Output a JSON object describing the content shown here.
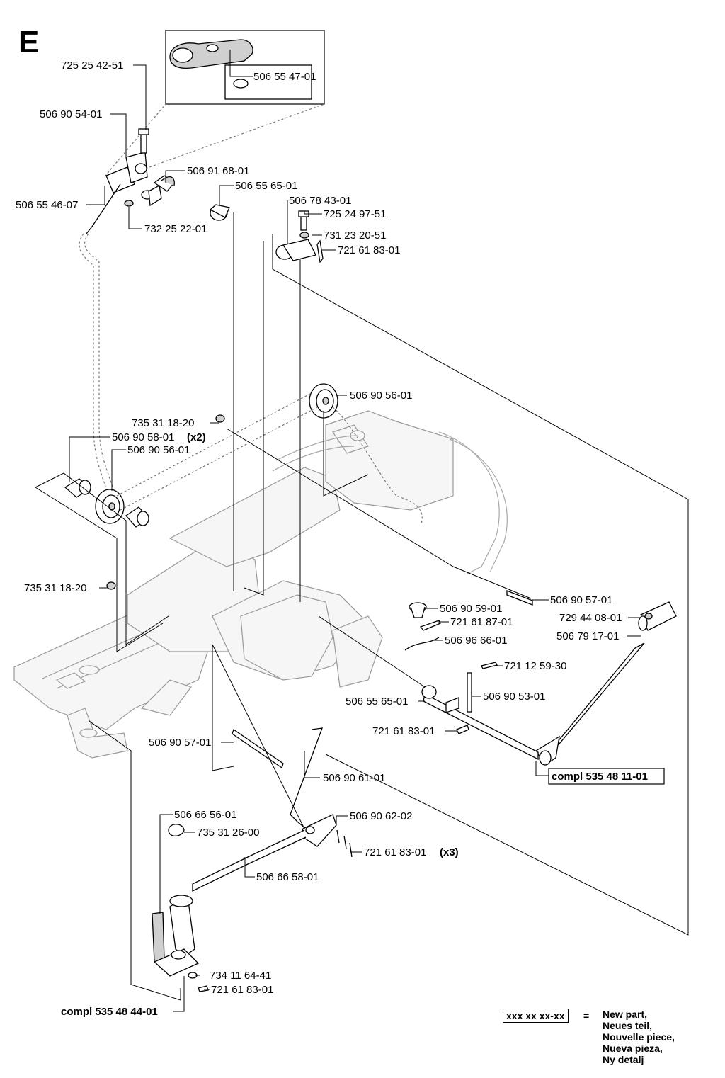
{
  "section_letter": "E",
  "labels": {
    "l_725254251": "725 25 42-51",
    "l_506905401": "506 90 54-01",
    "l_506554607": "506 55 46-07",
    "l_506554701": "506 55 47-01",
    "l_506916801": "506 91 68-01",
    "l_506556501a": "506 55 65-01",
    "l_732252201": "732 25 22-01",
    "l_506784301": "506 78 43-01",
    "l_725249751": "725 24 97-51",
    "l_731232051": "731 23 20-51",
    "l_721618301a": "721 61 83-01",
    "l_506905601a": "506 90 56-01",
    "l_735311820a": "735 31 18-20",
    "l_506905801": "506 90 58-01",
    "l_x2": "(x2)",
    "l_506905601b": "506 90 56-01",
    "l_735311820b": "735 31 18-20",
    "l_506905701a": "506 90 57-01",
    "l_506905901": "506 90 59-01",
    "l_729440801": "729 44 08-01",
    "l_721618701": "721 61 87-01",
    "l_506791701": "506 79 17-01",
    "l_506966601": "506 96 66-01",
    "l_721125930": "721 12 59-30",
    "l_506556501b": "506 55 65-01",
    "l_506905301": "506 90 53-01",
    "l_721618301b": "721 61 83-01",
    "l_506905701b": "506 90 57-01",
    "l_506906101": "506 90 61-01",
    "l_compl535481101": "compl 535 48 11-01",
    "l_506665601": "506 66 56-01",
    "l_735312600": "735 31 26-00",
    "l_506906202": "506 90 62-02",
    "l_721618301c": "721 61 83-01",
    "l_x3": "(x3)",
    "l_506665801": "506 66 58-01",
    "l_734116441": "734 11 64-41",
    "l_721618301d": "721 61 83-01",
    "l_compl535484401": "compl 535 48 44-01"
  },
  "legend": {
    "code": "xxx xx xx-xx",
    "equals": "=",
    "lines": [
      "New part,",
      "Neues teil,",
      "Nouvelle piece,",
      "Nueva pieza,",
      "Ny detalj"
    ]
  }
}
